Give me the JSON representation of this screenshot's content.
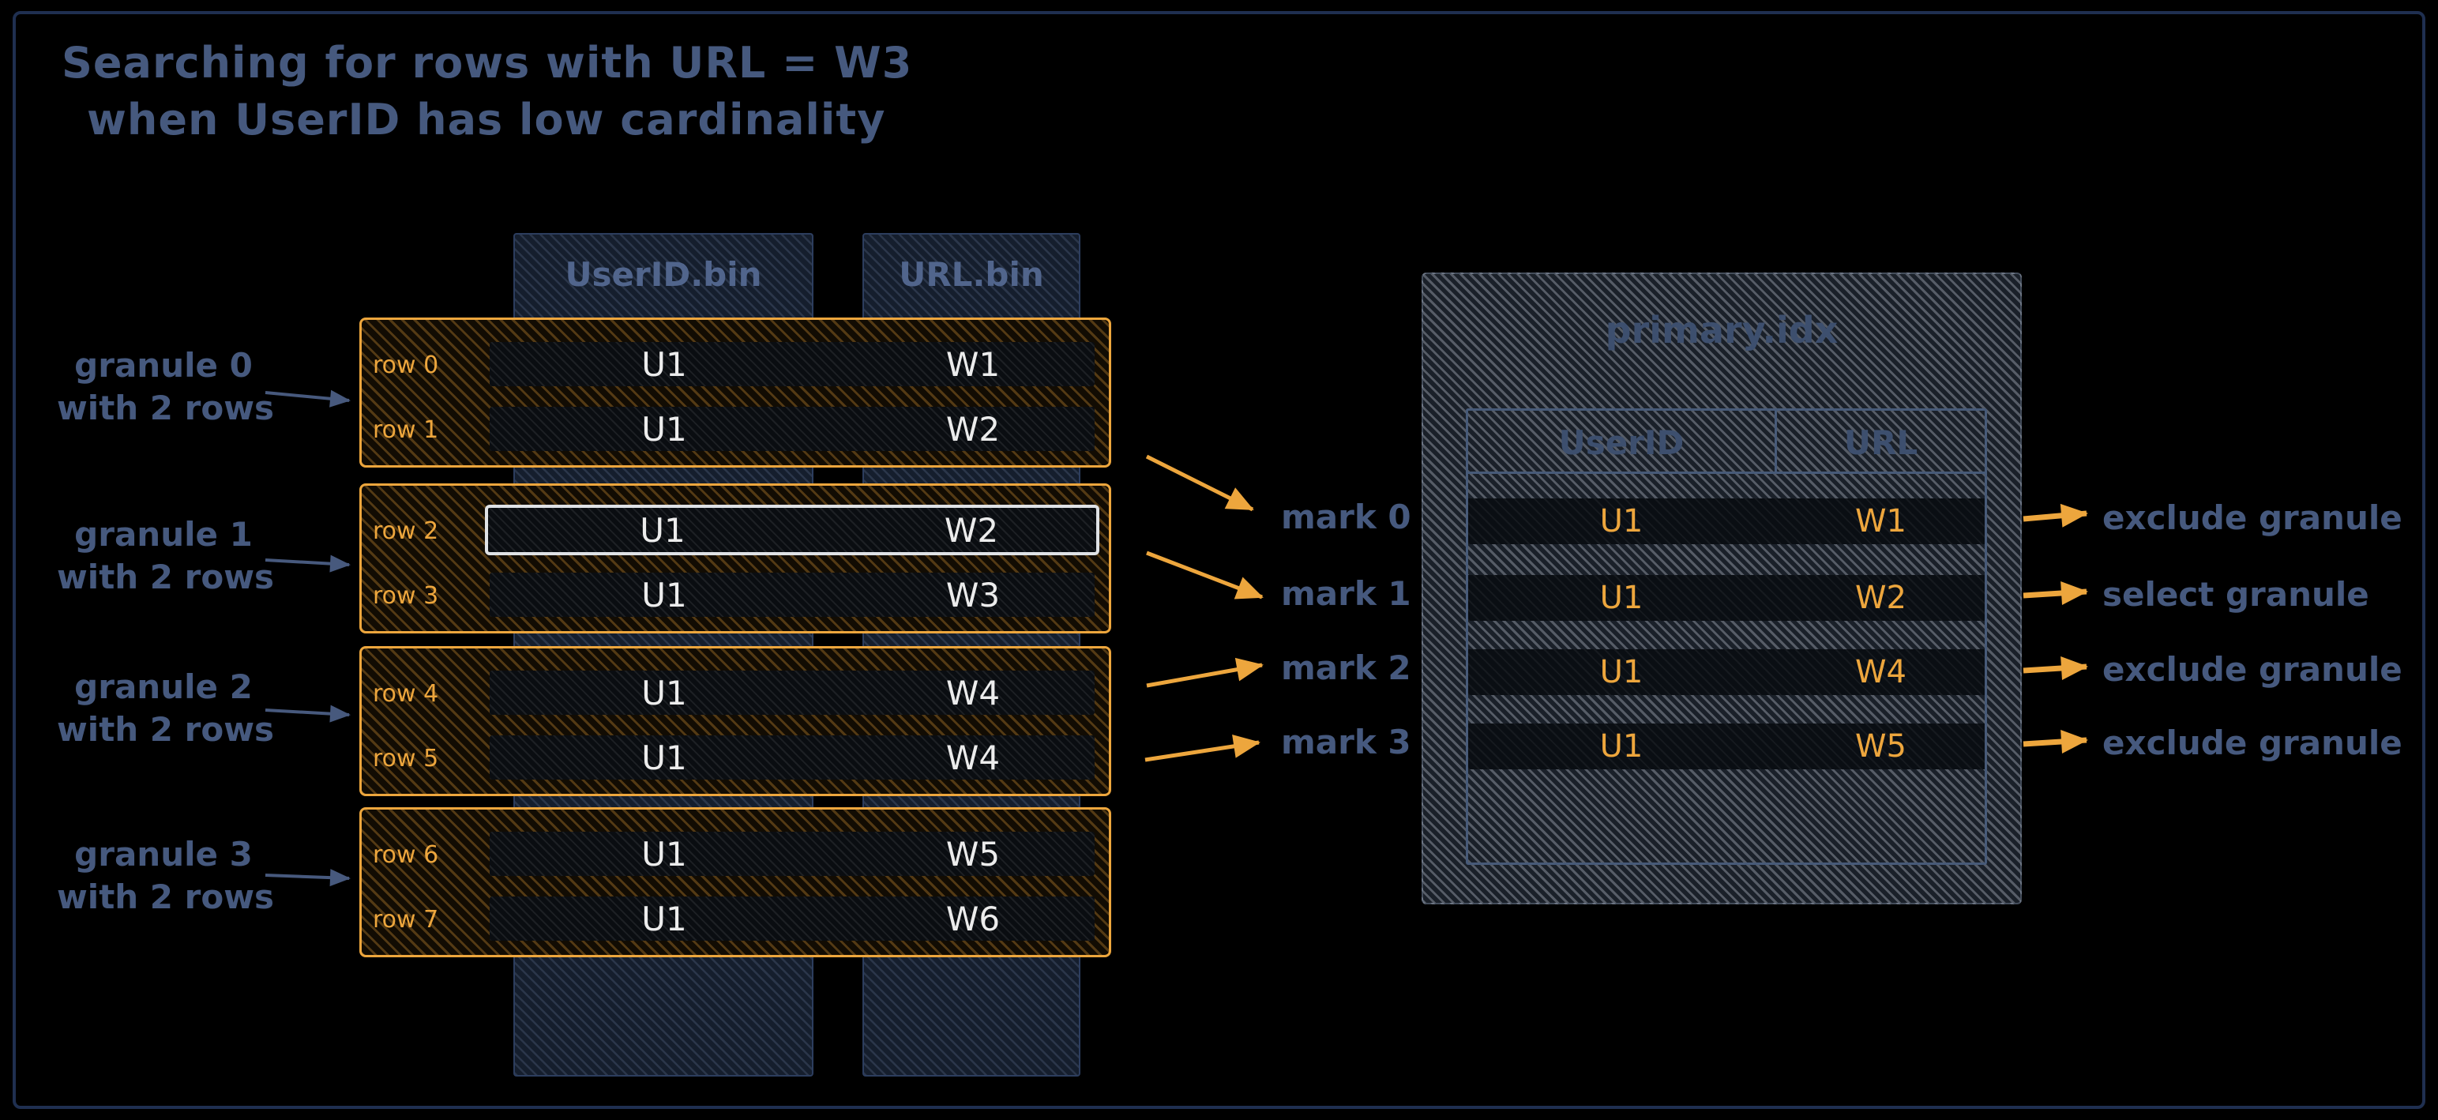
{
  "title": {
    "line1": "Searching for rows with URL = W3",
    "line2": "when UserID has low cardinality"
  },
  "colors": {
    "background": "#000000",
    "frame": "#1f2f50",
    "slate_text": "#46597e",
    "orange_accent": "#eda63d",
    "highlight_border": "#dfe2e6",
    "row_value_text": "#ececec"
  },
  "bin_columns": [
    {
      "label": "UserID.bin"
    },
    {
      "label": "URL.bin"
    }
  ],
  "granules": [
    {
      "name_line1": "granule 0",
      "name_line2": "with 2 rows",
      "rows": [
        {
          "label": "row 0",
          "user_id": "U1",
          "url": "W1",
          "highlighted": false
        },
        {
          "label": "row 1",
          "user_id": "U1",
          "url": "W2",
          "highlighted": false
        }
      ]
    },
    {
      "name_line1": "granule 1",
      "name_line2": "with 2 rows",
      "rows": [
        {
          "label": "row 2",
          "user_id": "U1",
          "url": "W2",
          "highlighted": true
        },
        {
          "label": "row 3",
          "user_id": "U1",
          "url": "W3",
          "highlighted": false
        }
      ]
    },
    {
      "name_line1": "granule 2",
      "name_line2": "with 2 rows",
      "rows": [
        {
          "label": "row 4",
          "user_id": "U1",
          "url": "W4",
          "highlighted": false
        },
        {
          "label": "row 5",
          "user_id": "U1",
          "url": "W4",
          "highlighted": false
        }
      ]
    },
    {
      "name_line1": "granule 3",
      "name_line2": "with 2 rows",
      "rows": [
        {
          "label": "row 6",
          "user_id": "U1",
          "url": "W5",
          "highlighted": false
        },
        {
          "label": "row 7",
          "user_id": "U1",
          "url": "W6",
          "highlighted": false
        }
      ]
    }
  ],
  "marks": [
    {
      "label": "mark 0"
    },
    {
      "label": "mark 1"
    },
    {
      "label": "mark 2"
    },
    {
      "label": "mark 3"
    }
  ],
  "primary_index": {
    "title": "primary.idx",
    "columns": [
      {
        "label": "UserID"
      },
      {
        "label": "URL"
      }
    ],
    "entries": [
      {
        "user_id": "U1",
        "url": "W1",
        "decision": "exclude granule"
      },
      {
        "user_id": "U1",
        "url": "W2",
        "decision": "select granule"
      },
      {
        "user_id": "U1",
        "url": "W4",
        "decision": "exclude granule"
      },
      {
        "user_id": "U1",
        "url": "W5",
        "decision": "exclude granule"
      }
    ]
  }
}
